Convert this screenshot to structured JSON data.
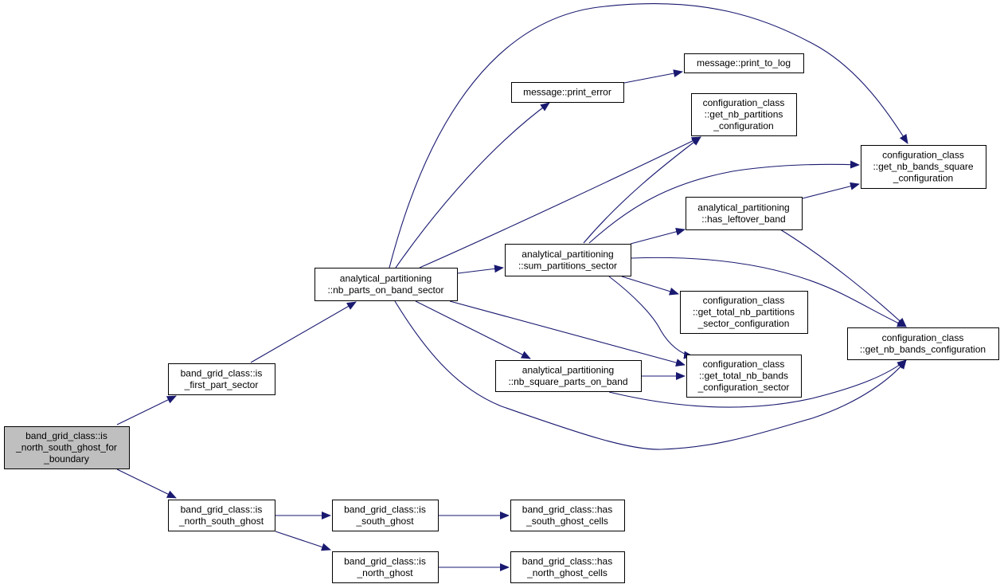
{
  "graph": {
    "colors": {
      "edge": "#191970",
      "root_fill": "#bfbfbf",
      "node_fill": "#ffffff",
      "border": "#000000"
    },
    "nodes": {
      "root": [
        "band_grid_class::is",
        "_north_south_ghost_for",
        "_boundary"
      ],
      "first_part": [
        "band_grid_class::is",
        "_first_part_sector"
      ],
      "ns_ghost": [
        "band_grid_class::is",
        "_north_south_ghost"
      ],
      "south_ghost": [
        "band_grid_class::is",
        "_south_ghost"
      ],
      "north_ghost": [
        "band_grid_class::is",
        "_north_ghost"
      ],
      "has_south": [
        "band_grid_class::has",
        "_south_ghost_cells"
      ],
      "has_north": [
        "band_grid_class::has",
        "_north_ghost_cells"
      ],
      "nb_parts": [
        "analytical_partitioning",
        "::nb_parts_on_band_sector"
      ],
      "print_error": [
        "message::print_error"
      ],
      "print_log": [
        "message::print_to_log"
      ],
      "nb_partitions_cfg": [
        "configuration_class",
        "::get_nb_partitions",
        "_configuration"
      ],
      "nb_bands_square": [
        "configuration_class",
        "::get_nb_bands_square",
        "_configuration"
      ],
      "has_leftover": [
        "analytical_partitioning",
        "::has_leftover_band"
      ],
      "sum_partitions": [
        "analytical_partitioning",
        "::sum_partitions_sector"
      ],
      "total_partitions": [
        "configuration_class",
        "::get_total_nb_partitions",
        "_sector_configuration"
      ],
      "nb_bands_cfg": [
        "configuration_class",
        "::get_nb_bands_configuration"
      ],
      "total_bands": [
        "configuration_class",
        "::get_total_nb_bands",
        "_configuration_sector"
      ],
      "nb_square_parts": [
        "analytical_partitioning",
        "::nb_square_parts_on_band"
      ]
    }
  }
}
